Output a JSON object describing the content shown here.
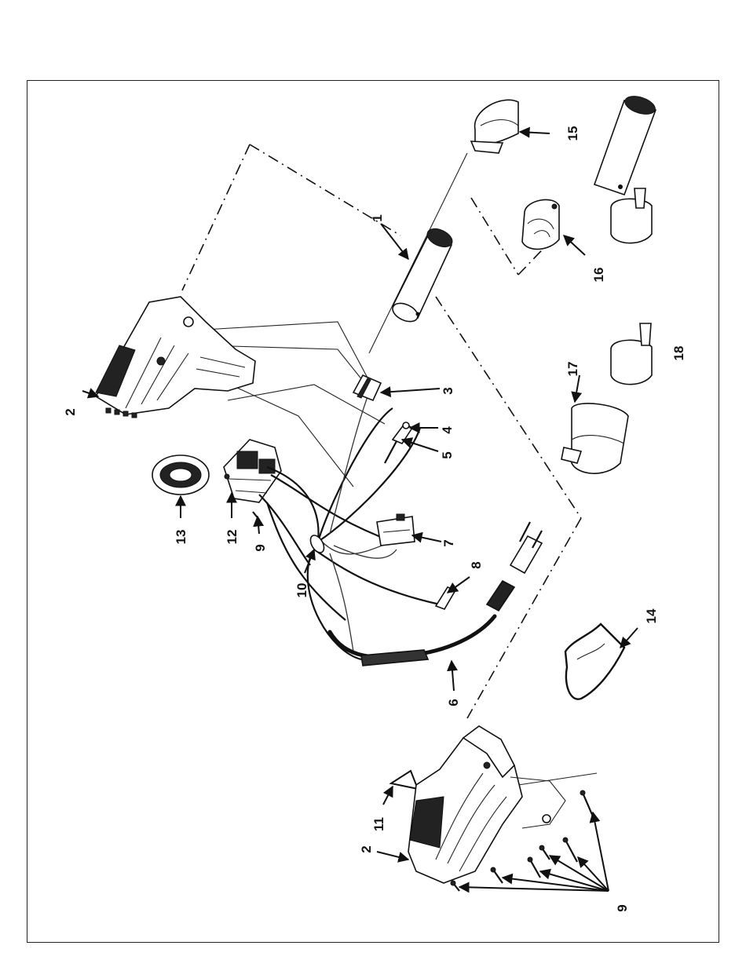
{
  "diagram": {
    "labels": {
      "l1": "1",
      "l2a": "2",
      "l2b": "2",
      "l3": "3",
      "l4": "4",
      "l5": "5",
      "l6": "6",
      "l7": "7",
      "l8": "8",
      "l9a": "9",
      "l9b": "9",
      "l10": "10",
      "l11": "11",
      "l12": "12",
      "l13": "13",
      "l14": "14",
      "l15": "15",
      "l16": "16",
      "l17": "17",
      "l18": "18"
    }
  }
}
